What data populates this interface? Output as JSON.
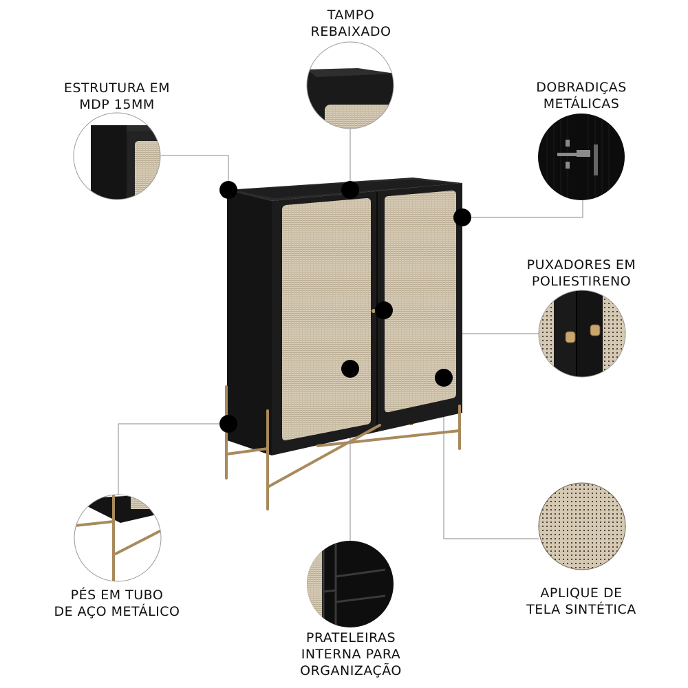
{
  "infographic": {
    "product": "Double-door cabinet, black with synthetic cane panels and gold steel legs",
    "colors": {
      "body": "#1a1a1a",
      "body_side": "#111111",
      "cane": "#d6cbb6",
      "gold": "#a88a5c",
      "dot": "#000000",
      "leader_line": "#8a8a8a"
    },
    "features": [
      {
        "id": "estrutura",
        "lines": [
          "ESTRUTURA EM",
          "MDP 15MM"
        ]
      },
      {
        "id": "tampo",
        "lines": [
          "TAMPO",
          "REBAIXADO"
        ]
      },
      {
        "id": "dobradicas",
        "lines": [
          "DOBRADIÇAS",
          "METÁLICAS"
        ]
      },
      {
        "id": "puxadores",
        "lines": [
          "PUXADORES EM",
          "POLIESTIRENO"
        ]
      },
      {
        "id": "pes",
        "lines": [
          "PÉS EM TUBO",
          "DE AÇO METÁLICO"
        ]
      },
      {
        "id": "prateleiras",
        "lines": [
          "PRATELEIRAS",
          "INTERNA PARA",
          "ORGANIZAÇÃO"
        ]
      },
      {
        "id": "aplique",
        "lines": [
          "APLIQUE DE",
          "TELA SINTÉTICA"
        ]
      }
    ]
  }
}
